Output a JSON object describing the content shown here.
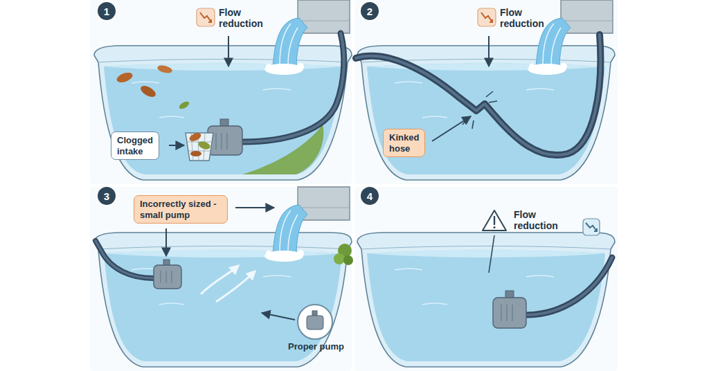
{
  "diagram": {
    "nodes": [
      {
        "text": [
          "1"
        ]
      },
      {
        "text": [
          "Clogged intake"
        ]
      },
      {
        "text": [
          "2"
        ]
      },
      {
        "text": [
          "Kinked hose"
        ]
      },
      {
        "text": [
          "3"
        ]
      },
      {
        "text": [
          "Incorrectly sized - small pump"
        ]
      },
      {
        "text": [
          "4"
        ]
      }
    ],
    "labels": [
      "Flow reduction",
      "Flow reduction",
      "Proper pump",
      "Flow reduction"
    ]
  }
}
